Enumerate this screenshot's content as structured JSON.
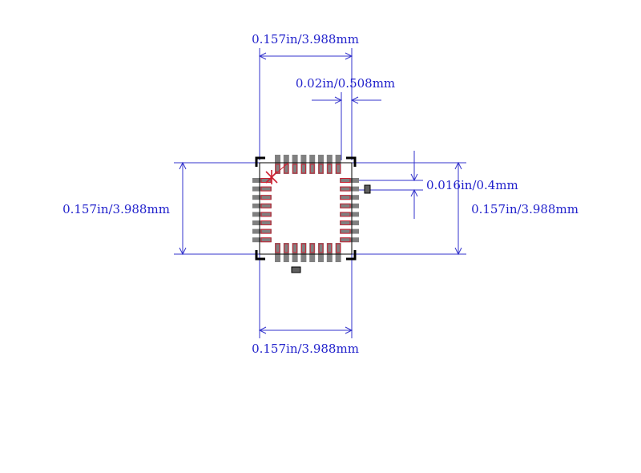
{
  "dimensions": {
    "top_width": "0.157in/3.988mm",
    "pin_width": "0.02in/0.508mm",
    "pin_pitch": "0.016in/0.4mm",
    "left_height": "0.157in/3.988mm",
    "right_height": "0.157in/3.988mm",
    "bottom_width": "0.157in/3.988mm"
  },
  "package": {
    "pins_per_side": 8
  },
  "colors": {
    "dimension_line": "#3333cc",
    "dimension_text": "#2222cc",
    "pin": "#808080",
    "pad_outline": "#cc2233",
    "body_outline": "#000000",
    "pin1_marker": "#cc2233",
    "fiducial": "#606060"
  }
}
